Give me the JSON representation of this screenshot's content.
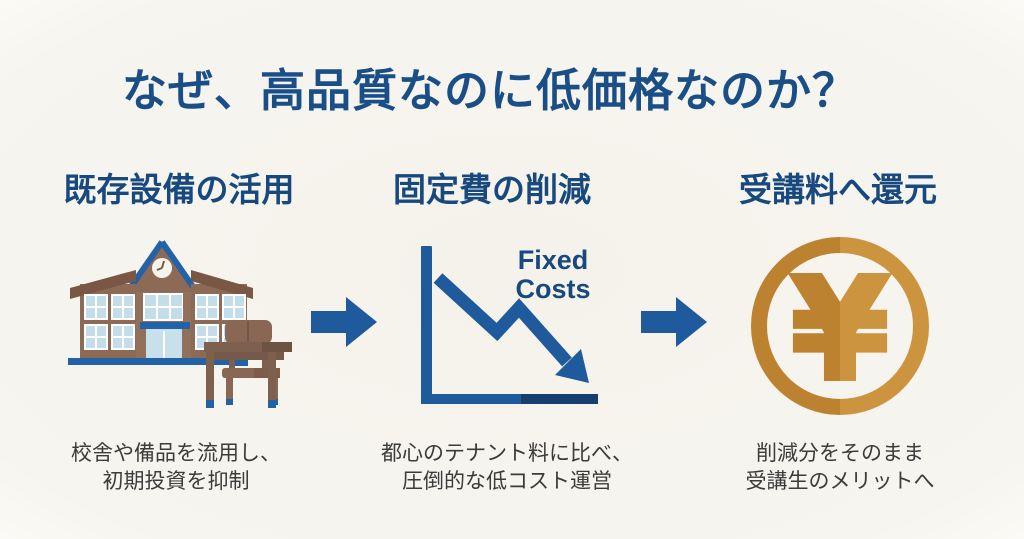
{
  "title": "なぜ、高品質なのに低価格なのか？",
  "colors": {
    "background": "#f6f4ee",
    "title_navy": "#1a4e87",
    "heading_navy": "#17497f",
    "diagram_blue": "#1e5a9c",
    "coin_gold_dark": "#bc8230",
    "coin_gold_light": "#cd9440",
    "building_brown": "#8d6a56",
    "caption_gray": "#3b3b3b"
  },
  "columns": [
    {
      "heading": "既存設備の活用",
      "icon": "school-building-icon",
      "caption_line1": "校舎や備品を流用し、",
      "caption_line2": "初期投資を抑制"
    },
    {
      "heading": "固定費の削減",
      "icon": "declining-chart-icon",
      "chart_label_line1": "Fixed",
      "chart_label_line2": "Costs",
      "caption_line1": "都心のテナント料に比べ、",
      "caption_line2": "圧倒的な低コスト運営"
    },
    {
      "heading": "受講料へ還元",
      "icon": "yen-coin-icon",
      "currency_symbol": "¥",
      "caption_line1": "削減分をそのまま",
      "caption_line2": "受講生のメリットへ"
    }
  ],
  "arrows": [
    {
      "icon": "right-arrow-icon"
    },
    {
      "icon": "right-arrow-icon"
    }
  ]
}
